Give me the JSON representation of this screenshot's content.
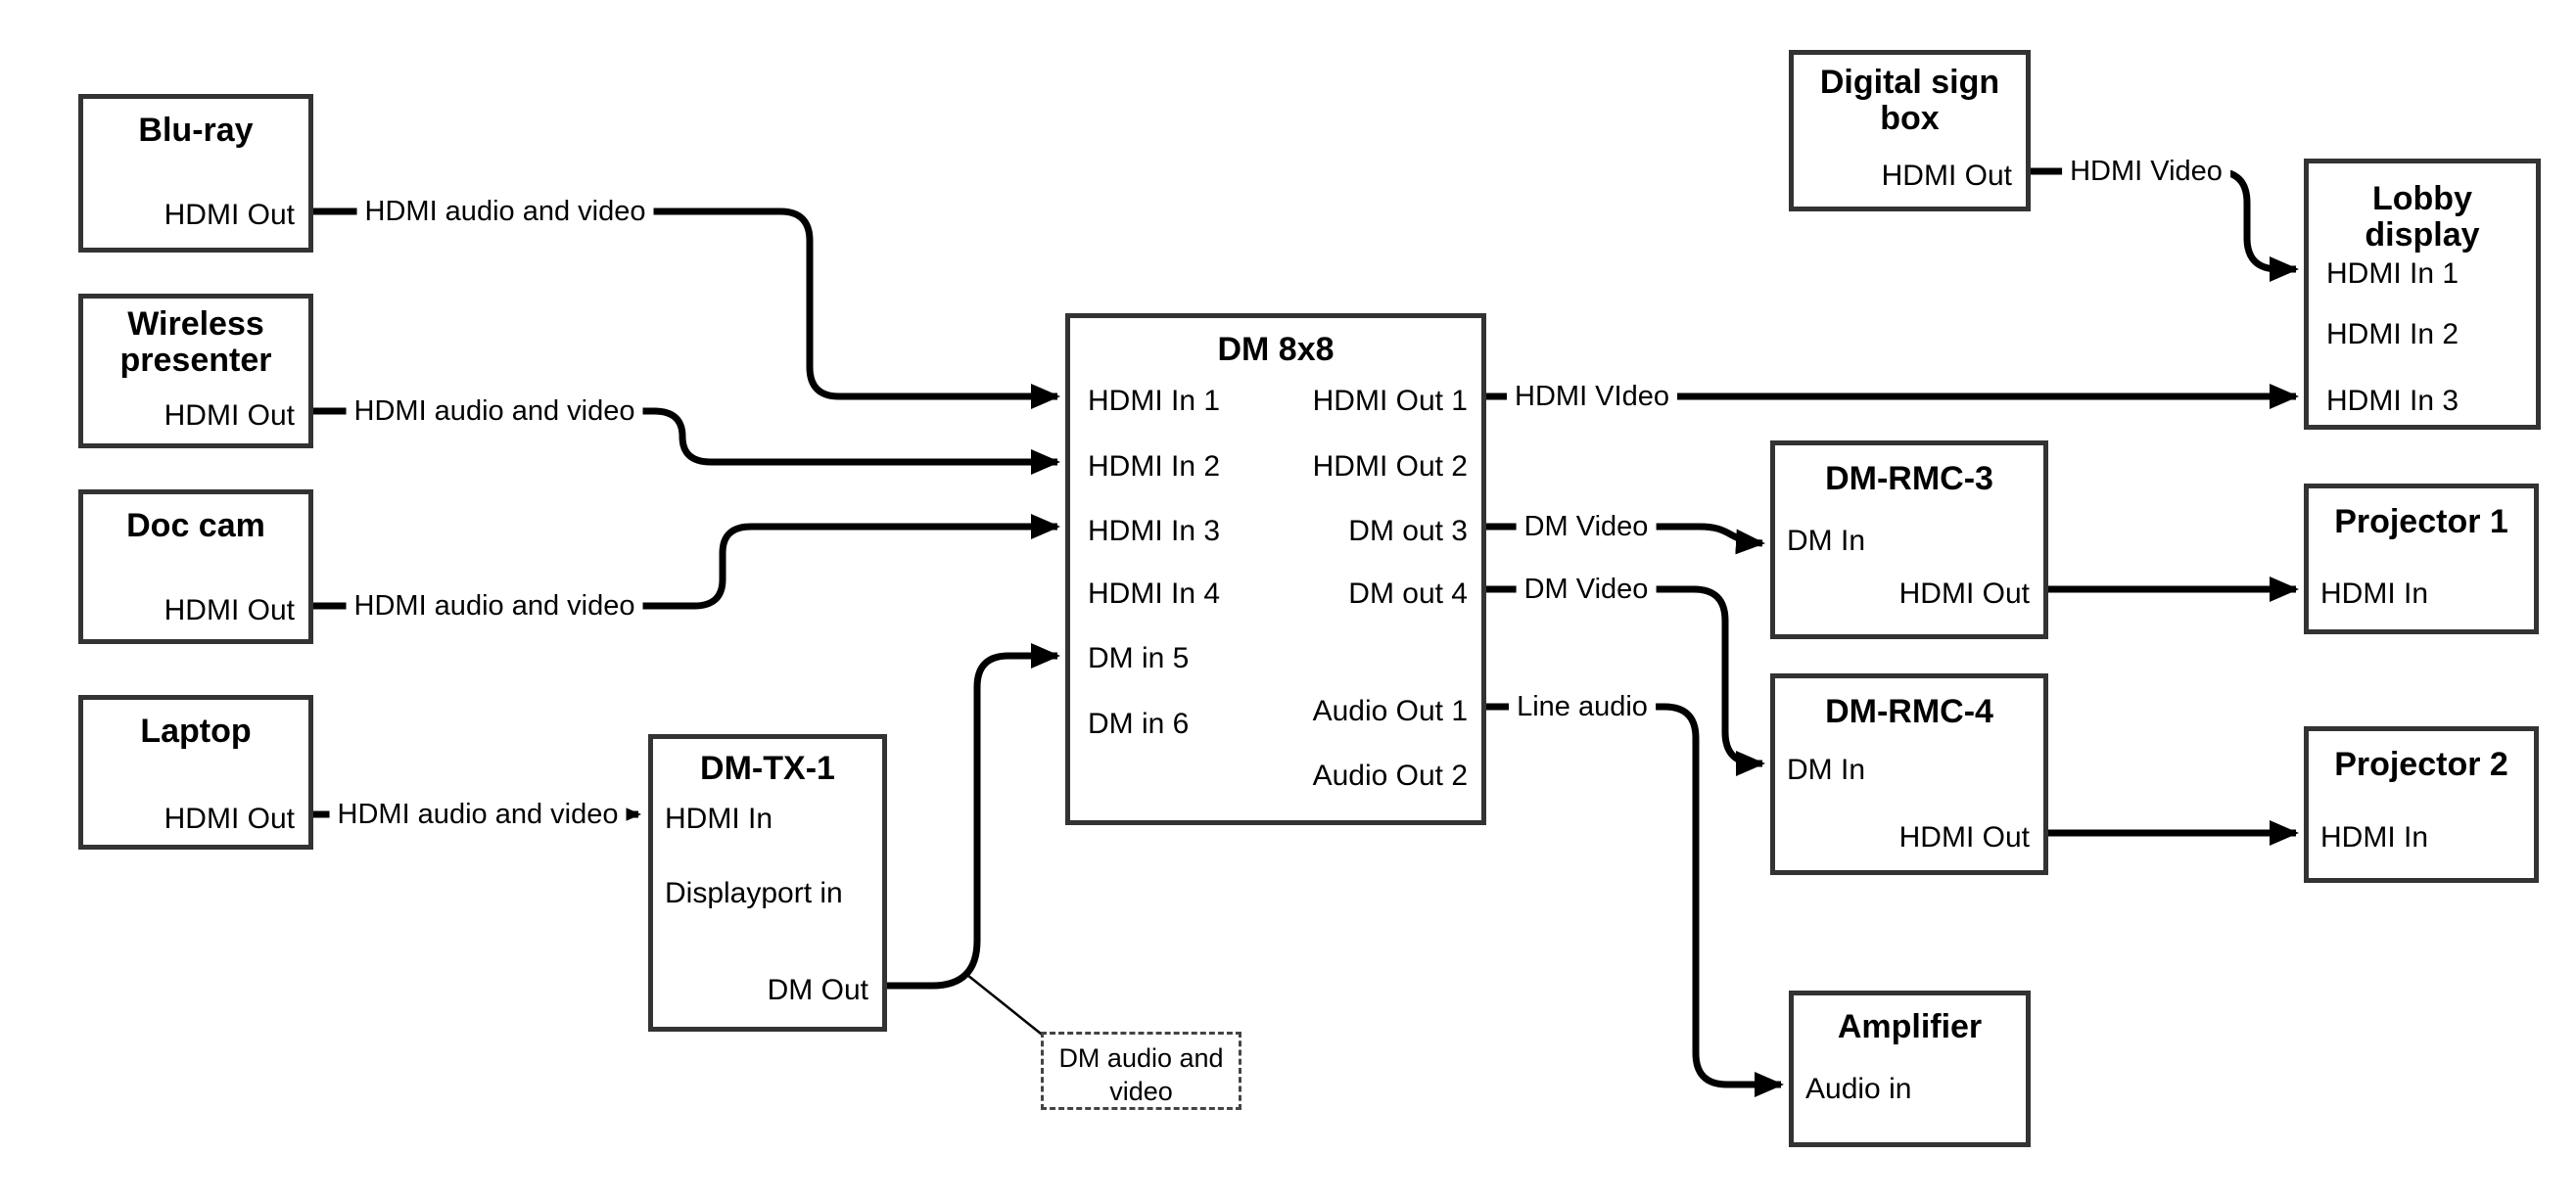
{
  "diagram": {
    "colors": {
      "line": "#000000",
      "box_border": "#333333",
      "background": "#ffffff",
      "text": "#000000"
    },
    "nodes": {
      "bluRay": {
        "title": "Blu-ray",
        "port": "HDMI Out"
      },
      "wirelessPresenter": {
        "title": "Wireless presenter",
        "port": "HDMI Out"
      },
      "docCam": {
        "title": "Doc cam",
        "port": "HDMI Out"
      },
      "laptop": {
        "title": "Laptop",
        "port": "HDMI Out"
      },
      "dmTx1": {
        "title": "DM-TX-1",
        "ports": [
          "HDMI In",
          "Displayport in",
          "DM Out"
        ]
      },
      "dm8x8": {
        "title": "DM 8x8",
        "inputs": [
          "HDMI In 1",
          "HDMI In 2",
          "HDMI In 3",
          "HDMI In 4",
          "DM in 5",
          "DM in 6"
        ],
        "outputs": [
          "HDMI Out 1",
          "HDMI Out 2",
          "DM out 3",
          "DM out 4",
          "Audio Out 1",
          "Audio Out 2"
        ]
      },
      "digitalSignBox": {
        "title": "Digital sign box",
        "port": "HDMI Out"
      },
      "lobbyDisplay": {
        "title": "Lobby display",
        "inputs": [
          "HDMI In 1",
          "HDMI In 2",
          "HDMI In 3"
        ]
      },
      "dmRmc3": {
        "title": "DM-RMC-3",
        "ports": [
          "DM In",
          "HDMI Out"
        ]
      },
      "projector1": {
        "title": "Projector 1",
        "port": "HDMI In"
      },
      "dmRmc4": {
        "title": "DM-RMC-4",
        "ports": [
          "DM In",
          "HDMI Out"
        ]
      },
      "projector2": {
        "title": "Projector 2",
        "port": "HDMI In"
      },
      "amplifier": {
        "title": "Amplifier",
        "port": "Audio in"
      }
    },
    "connection_labels": {
      "bluRayToDm": "HDMI audio and video",
      "wirelessToDm": "HDMI audio and video",
      "docCamToDm": "HDMI audio and video",
      "laptopToTx": "HDMI audio and video",
      "hdmiOut1": "HDMI VIdeo",
      "dmOut3": "DM Video",
      "dmOut4": "DM Video",
      "audioOut1": "Line audio",
      "signToLobby": "HDMI Video"
    },
    "annotation": "DM audio and video"
  }
}
